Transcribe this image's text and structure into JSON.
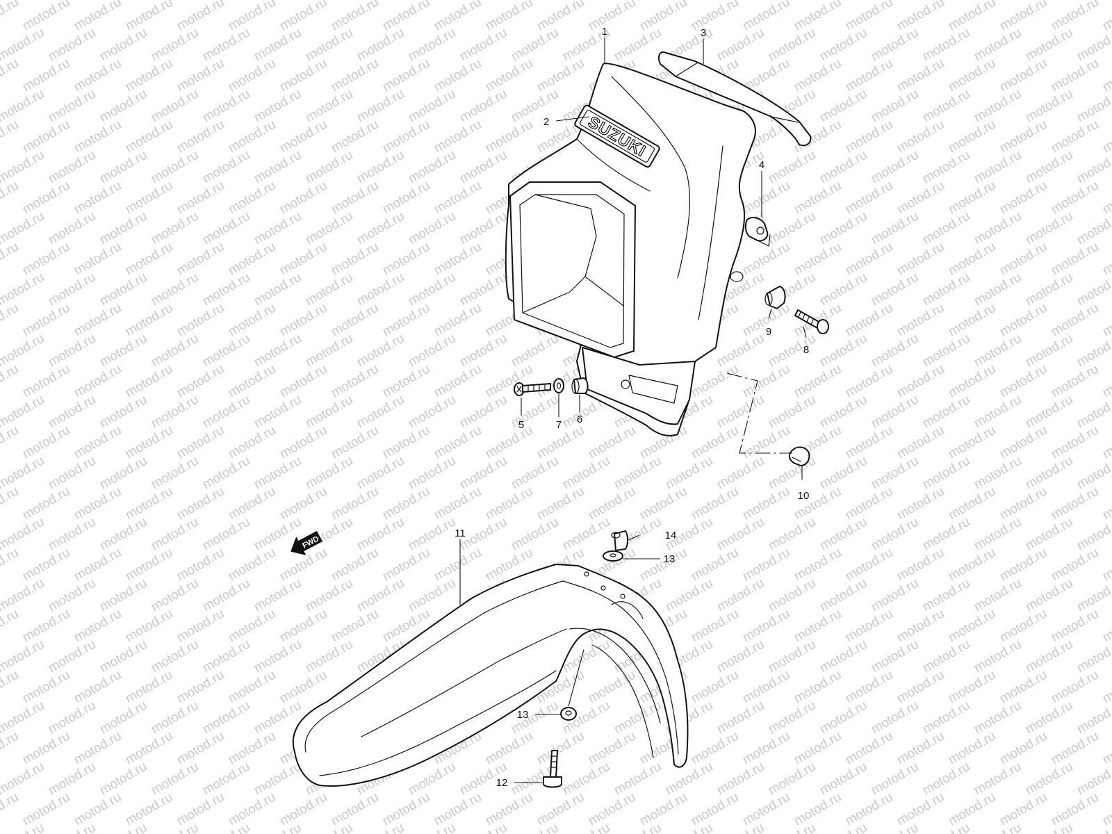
{
  "watermark": {
    "text": "motod.ru",
    "color": "#c9c9c9"
  },
  "brand_emblem": {
    "text": "SUZUKI"
  },
  "direction_arrow": {
    "text": "FWD"
  },
  "callouts": [
    {
      "id": "1",
      "text": "1"
    },
    {
      "id": "2",
      "text": "2"
    },
    {
      "id": "3",
      "text": "3"
    },
    {
      "id": "4",
      "text": "4"
    },
    {
      "id": "5",
      "text": "5"
    },
    {
      "id": "6",
      "text": "6"
    },
    {
      "id": "7",
      "text": "7"
    },
    {
      "id": "8",
      "text": "8"
    },
    {
      "id": "9",
      "text": "9"
    },
    {
      "id": "10",
      "text": "10"
    },
    {
      "id": "11",
      "text": "11"
    },
    {
      "id": "12",
      "text": "12"
    },
    {
      "id": "13a",
      "text": "13"
    },
    {
      "id": "13b",
      "text": "13"
    },
    {
      "id": "14",
      "text": "14"
    }
  ]
}
